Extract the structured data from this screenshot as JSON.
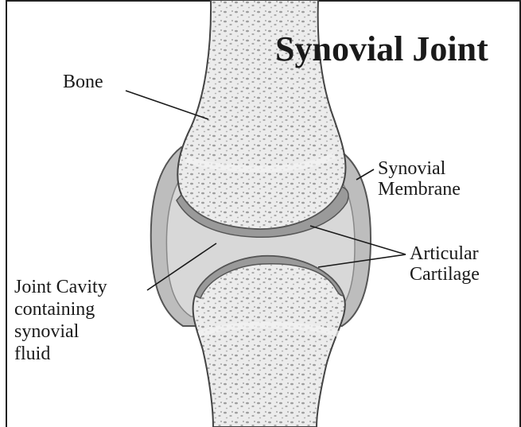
{
  "figure": {
    "title": "Synovial Joint",
    "labels": {
      "bone": "Bone",
      "synovial_membrane": [
        "Synovial",
        "Membrane"
      ],
      "articular_cartilage": [
        "Articular",
        "Cartilage"
      ],
      "joint_cavity": [
        "Joint Cavity",
        "containing",
        "synovial",
        "fluid"
      ]
    }
  }
}
